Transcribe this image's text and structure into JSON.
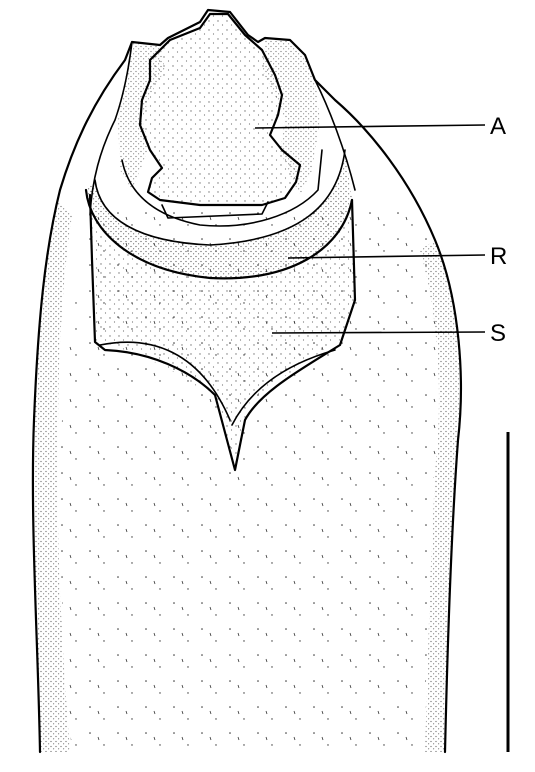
{
  "labels": {
    "a": "A",
    "r": "R",
    "s": "S"
  },
  "colors": {
    "ink": "#000000",
    "paper": "#ffffff"
  }
}
